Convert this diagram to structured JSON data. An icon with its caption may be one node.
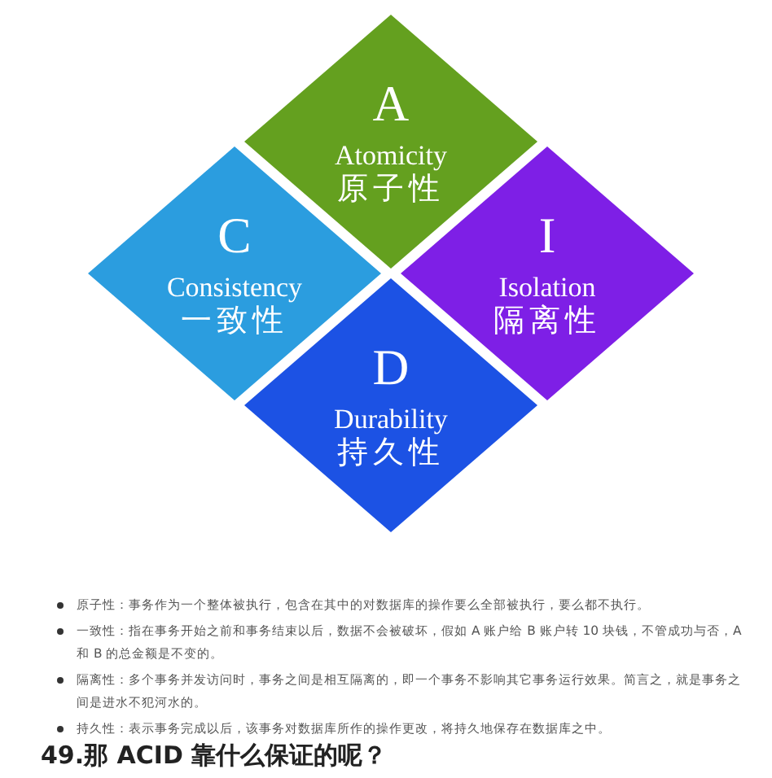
{
  "diagram": {
    "nodes": [
      {
        "text": [
          "A",
          "Atomicity",
          "原子性"
        ]
      },
      {
        "text": [
          "C",
          "Consistency",
          "一致性"
        ]
      },
      {
        "text": [
          "I",
          "Isolation",
          "隔离性"
        ]
      },
      {
        "text": [
          "D",
          "Durability",
          "持久性"
        ]
      }
    ],
    "labels": [
      "原子性：事务作为一个整体被执行，包含在其中的对数据库的操作要么全部被执行，要么都不执行。",
      "一致性：指在事务开始之前和事务结束以后，数据不会被破坏，假如 A 账户给 B 账户转 10 块钱，不管成功与否，A 和 B 的总金额是不变的。",
      "隔离性：多个事务并发访问时，事务之间是相互隔离的，即一个事务不影响其它事务运行效果。简言之，就是事务之间是进水不犯河水的。",
      "持久性：表示事务完成以后，该事务对数据库所作的操作更改，将持久地保存在数据库之中。",
      "49.那 ACID 靠什么保证的呢？"
    ]
  }
}
